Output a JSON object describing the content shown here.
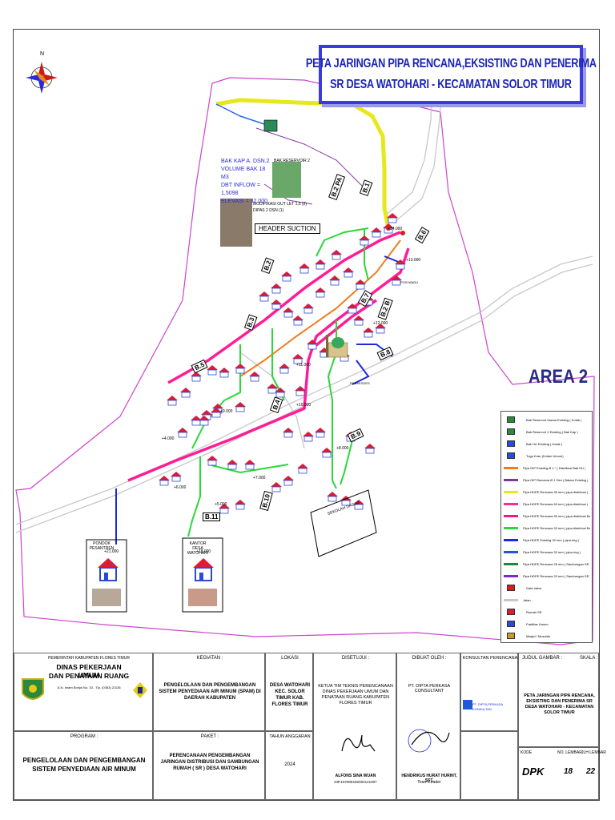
{
  "title": {
    "line1": "PETA JARINGAN PIPA RENCANA,EKSISTING DAN PENERIMA",
    "line2": "SR DESA WATOHARI - KECAMATAN SOLOR TIMUR"
  },
  "compass": {
    "north": "N"
  },
  "area_label": "AREA 2",
  "reservoir": {
    "line1": "BAK KAP A. DSN.2",
    "line2": "VOLUME BAK 18 M3",
    "line3": "DBT INFLOW  = 1,5098",
    "line4": "ELEVASI = 32.000",
    "photo_caption": "BAK RESERVOIR 2",
    "note1": "MODIFIKASI OUT LET 1,5 (2)",
    "note2": "DIPAS 2 DSN (1)",
    "header": "HEADER SUCTION"
  },
  "blocks": [
    "B.1",
    "B.2 PA",
    "B.2",
    "B.3",
    "B.4",
    "B.5",
    "B.6",
    "B.7",
    "B.8",
    "B.9",
    "B.10",
    "B.11",
    "B.2 B"
  ],
  "facilities": {
    "pondok": "PONDOK PESANTREN",
    "kantor": "KANTOR DESA WATOHARI",
    "sekolah": "SEKOLAH DASAR",
    "posyandu": "POSYANDU",
    "poskesdes": "POSKESDES"
  },
  "elevations": [
    "+14.000",
    "+13.000",
    "+12.000",
    "+11.000",
    "+10.000",
    "+9.000",
    "+8.000",
    "+7.000",
    "+6.000",
    "+5.000",
    "+4.000",
    "+21.000",
    "+18.000"
  ],
  "legend": [
    {
      "text": "Bak Reservoir Utama Existing ( Kotak )",
      "color": "#2a8a3a",
      "kind": "icon"
    },
    {
      "text": "Bak Reservoir 2 Existing ( Bak Kap )",
      "color": "#2a8a3a",
      "kind": "icon"
    },
    {
      "text": "Bak HU Existing ( Kotak )",
      "color": "#2a4ad8",
      "kind": "icon"
    },
    {
      "text": "Tugu Kran (Kolam Umum)",
      "color": "#2a4ad8",
      "kind": "icon"
    },
    {
      "text": "Pipa GIP Existing Ø 1 \" ( Distribusi Bak HU )",
      "color": "#f07c1c",
      "kind": "line"
    },
    {
      "text": "Pipa GIP Rencana Ø 1 Dim ( Batam Existing )",
      "color": "#7a3a9a",
      "kind": "line"
    },
    {
      "text": "Pipa HDPE Rencana 90 mm ( pipa distribusi )",
      "color": "#e6e81c",
      "kind": "line"
    },
    {
      "text": "Pipa HDPE Rencana 63 mm ( pipa distribusi )",
      "color": "#ff2a9a",
      "kind": "line"
    },
    {
      "text": "Pipa HDPE Rencana 50 mm ( pipa distribusi Bahan Existing )",
      "color": "#e81c8a",
      "kind": "line"
    },
    {
      "text": "Pipa HDPE Rencana 32 mm ( pipa distribusi Bahan Existing )",
      "color": "#2ad83a",
      "kind": "line"
    },
    {
      "text": "Pipa HDPE Existing 32 mm ( pipa ring )",
      "color": "#1c2ad8",
      "kind": "line"
    },
    {
      "text": "Pipa HDPE Rencana 32 mm ( pipa ring )",
      "color": "#1c5ad8",
      "kind": "line"
    },
    {
      "text": "Pipa HDPE Rencana 25 mm ( Sambungan SR )",
      "color": "#1c8a3a",
      "kind": "line"
    },
    {
      "text": "Pipa HDPE Rencana 20 mm ( Sambungan SR )",
      "color": "#7a2ac8",
      "kind": "line"
    },
    {
      "text": "Gate Valve",
      "color": "#d81c1c",
      "kind": "icon"
    },
    {
      "text": "Jalan",
      "color": "#c8c8c8",
      "kind": "line"
    },
    {
      "text": "Rumah SR",
      "color": "#d81c3a",
      "kind": "icon"
    },
    {
      "text": "Fasilitas Umum",
      "color": "#2a4ad8",
      "kind": "icon"
    },
    {
      "text": "Masjid / Musolah",
      "color": "#c89a2a",
      "kind": "icon"
    }
  ],
  "titleblock": {
    "owner1": "PEMERINTAH KABUPATEN FLORES TIMUR",
    "owner2": "DINAS PEKERJAAN UMUM",
    "owner3": "DAN PENATAAN RUANG",
    "owner_addr": "JLN. Imam Bonjol No. 33 - Tlp. (0383) 21136",
    "kegiatan_h": "KEGIATAN :",
    "kegiatan": "PENGELOLAAN DAN PENGEMBANGAN SISTEM PENYEDIAAN AIR MINUM (SPAM) DI DAERAH KABUPATEN",
    "lokasi_h": "LOKASI",
    "lokasi": "DESA WATOHARI KEC. SOLOR TIMUR KAB. FLORES TIMUR",
    "disetujui_h": "DISETUJUI :",
    "disetujui": "KETUA TIM TEKNIS PERENCANAAN DINAS PEKERJAAN UMUM DAN PENATAAN RUANG KABUPATEN FLORES TIMUR",
    "disetujui_name": "ALFONS SINA WUAN",
    "disetujui_nip": "NIP.197905182002121007",
    "dibuat_h": "DIBUAT OLEH :",
    "dibuat": "PT. DIPTA PERKASA CONSULTANT",
    "dibuat_name": "HENDRIKUS HURAT HURINT, SST.",
    "dibuat_role": "Team Leader",
    "konsultan_h": "KONSULTAN PERENCANA",
    "konsultan_logo": "PT. DIPTA PERKASA KONSULTAN",
    "judul_h": "JUDUL GAMBAR :",
    "judul": "PETA JARINGAN PIPA RENCANA, EKSISTING DAN PENERIMA SR DESA WATOHARI - KECAMATAN SOLOR TIMUR",
    "skala_h": "SKALA :",
    "program_h": "PROGRAM :",
    "program": "PENGELOLAAN DAN PENGEMBANGAN SISTEM PENYEDIAAN AIR MINUM",
    "paket_h": "PAKET :",
    "paket": "PERENCANAAN PENGEMBANGAN JARINGAN DISTRIBUSI DAN SAMBUNGAN RUMAH ( SR ) DESA WATOHARI",
    "tahun_h": "TAHUN ANGGARAN",
    "tahun": "2024",
    "kode_h": "KODE",
    "kode": "DPK",
    "lembar_h": "NO. LEMBAR",
    "lembar": "18",
    "jml_h": "JLH LEMBAR",
    "jml": "22"
  }
}
